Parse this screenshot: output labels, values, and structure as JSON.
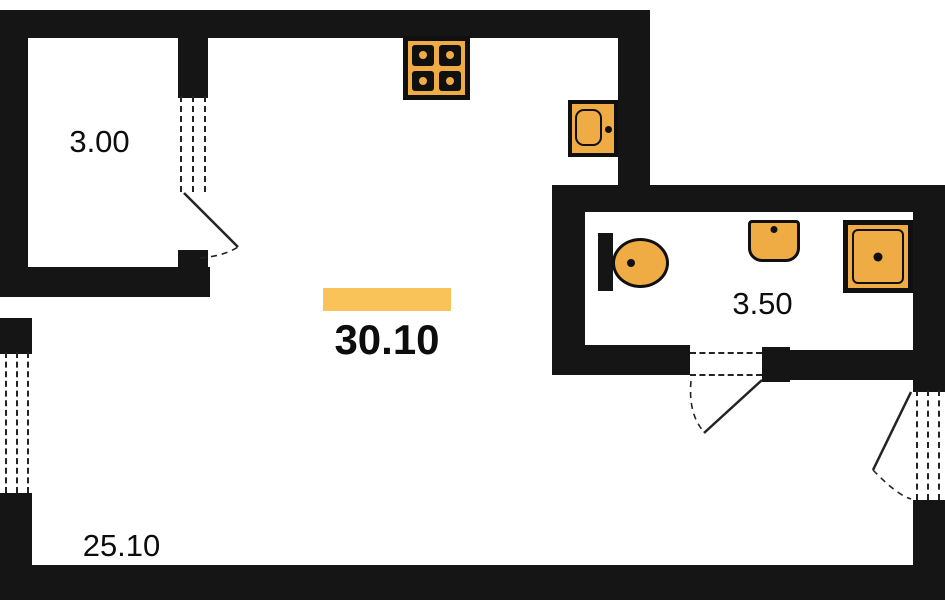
{
  "plan": {
    "rooms": [
      {
        "id": "balcony",
        "area_label": "3.00"
      },
      {
        "id": "total",
        "area_label": "30.10"
      },
      {
        "id": "bathroom",
        "area_label": "3.50"
      },
      {
        "id": "living-room",
        "area_label": "25.10"
      }
    ]
  },
  "fixtures": {
    "stove": "stove-icon",
    "kitchen_sink": "kitchen-sink-icon",
    "toilet": "toilet-icon",
    "washbasin": "washbasin-icon",
    "shower": "shower-tray-icon"
  },
  "colors": {
    "wall": "#151515",
    "line": "#232323",
    "fixture": "#F0AC44",
    "fixture_border": "#101010",
    "highlight": "#F9C35A",
    "text": "#0D0D0D",
    "background": "#FFFFFF"
  }
}
